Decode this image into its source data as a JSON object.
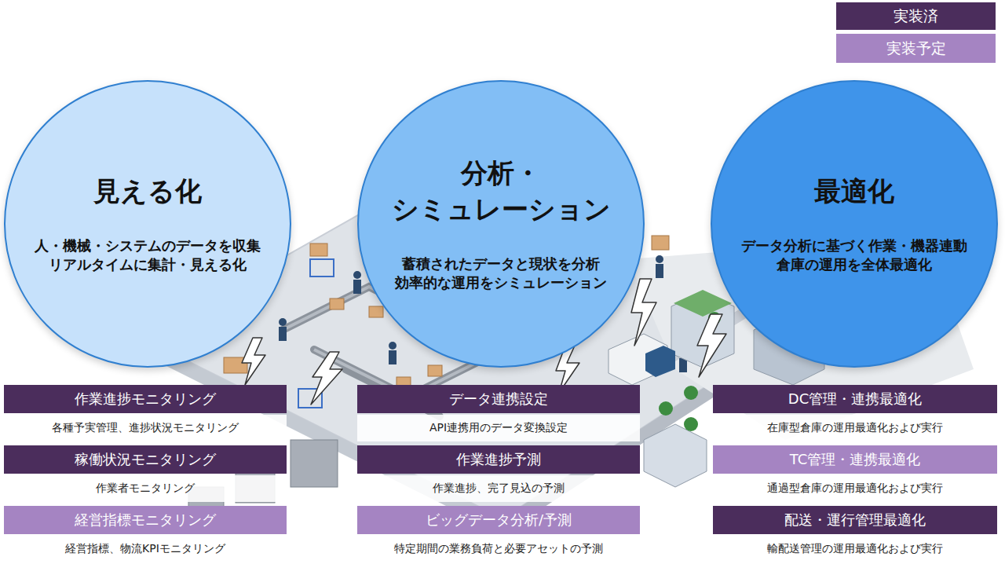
{
  "diagram": {
    "nodes": [
      {
        "text": [
          "見える化",
          "人・機械・システムのデータを収集 リアルタイムに集計・見える化"
        ]
      },
      {
        "text": [
          "作業進捗モニタリング",
          "各種予実管理、進捗状況モニタリング"
        ]
      },
      {
        "text": [
          "稼働状況モニタリング",
          "作業者モニタリング"
        ]
      },
      {
        "text": [
          "経営指標モニタリング",
          "経営指標、物流KPIモニタリング"
        ]
      },
      {
        "text": [
          "分析・シミュレーション",
          "蓄積されたデータと現状を分析 効率的な運用をシミュレーション"
        ]
      },
      {
        "text": [
          "データ連携設定",
          "API連携用のデータ変換設定"
        ]
      },
      {
        "text": [
          "作業進捗予測",
          "作業進捗、完了見込の予測"
        ]
      },
      {
        "text": [
          "ビッグデータ分析/予測",
          "特定期間の業務負荷と必要アセットの予測"
        ]
      },
      {
        "text": [
          "最適化",
          "データ分析に基づく作業・機器連動 倉庫の運用を全体最適化"
        ]
      },
      {
        "text": [
          "DC管理・連携最適化",
          "在庫型倉庫の運用最適化および実行"
        ]
      },
      {
        "text": [
          "TC管理・連携最適化",
          "通過型倉庫の運用最適化および実行"
        ]
      },
      {
        "text": [
          "配送・運行管理最適化",
          "輸配送管理の運用最適化および実行"
        ]
      }
    ],
    "legend": [
      {
        "text": "実装済",
        "color": "#4b2d5c"
      },
      {
        "text": "実装予定",
        "color": "#a584c2"
      }
    ]
  }
}
